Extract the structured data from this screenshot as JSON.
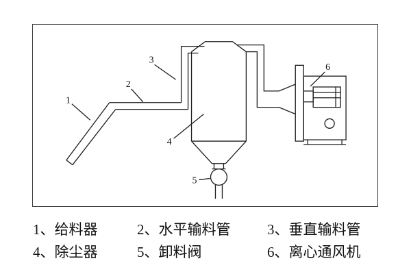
{
  "figure": {
    "callouts": [
      "1",
      "2",
      "3",
      "4",
      "5",
      "6"
    ]
  },
  "legend": {
    "items": [
      "1、给料器",
      "2、水平输料管",
      "3、垂直输料管",
      "4、除尘器",
      "5、卸料阀",
      "6、离心通风机"
    ]
  },
  "colors": {
    "line": "#1a1a1a",
    "background": "#ffffff"
  }
}
